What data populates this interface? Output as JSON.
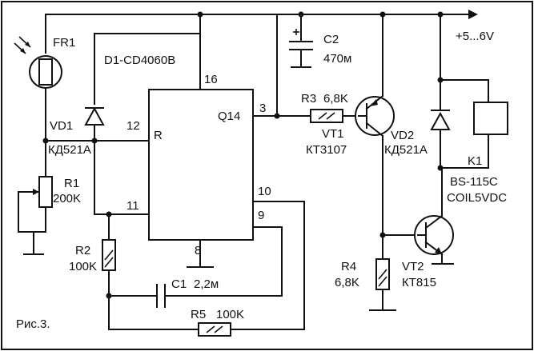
{
  "diagram": {
    "figure_caption": "Рис.3.",
    "supply_label": "+5...6V",
    "ic": {
      "ref": "D1-CD4060B",
      "pin_name_reset": "R",
      "pin_name_q14": "Q14",
      "pin_16": "16",
      "pin_12": "12",
      "pin_11": "11",
      "pin_3": "3",
      "pin_10": "10",
      "pin_9": "9",
      "pin_8": "8"
    },
    "fr1": {
      "ref": "FR1"
    },
    "vd1": {
      "ref": "VD1",
      "type": "КД521А"
    },
    "r1": {
      "ref": "R1",
      "value": "200K"
    },
    "r2": {
      "ref": "R2",
      "value": "100K"
    },
    "c1": {
      "ref": "C1",
      "value": "2,2м"
    },
    "r5": {
      "ref": "R5",
      "value": "100K"
    },
    "c2": {
      "ref": "C2",
      "value": "470м"
    },
    "r3": {
      "ref": "R3",
      "value": "6,8K"
    },
    "vt1": {
      "ref": "VT1",
      "type": "КТ3107"
    },
    "vd2": {
      "ref": "VD2",
      "type": "КД521А"
    },
    "k1": {
      "ref": "K1",
      "type": "BS-115C",
      "coil": "COIL5VDC"
    },
    "r4": {
      "ref": "R4",
      "value": "6,8K"
    },
    "vt2": {
      "ref": "VT2",
      "type": "КТ815"
    }
  },
  "colors": {
    "ink": "#111111",
    "background": "#ffffff"
  }
}
